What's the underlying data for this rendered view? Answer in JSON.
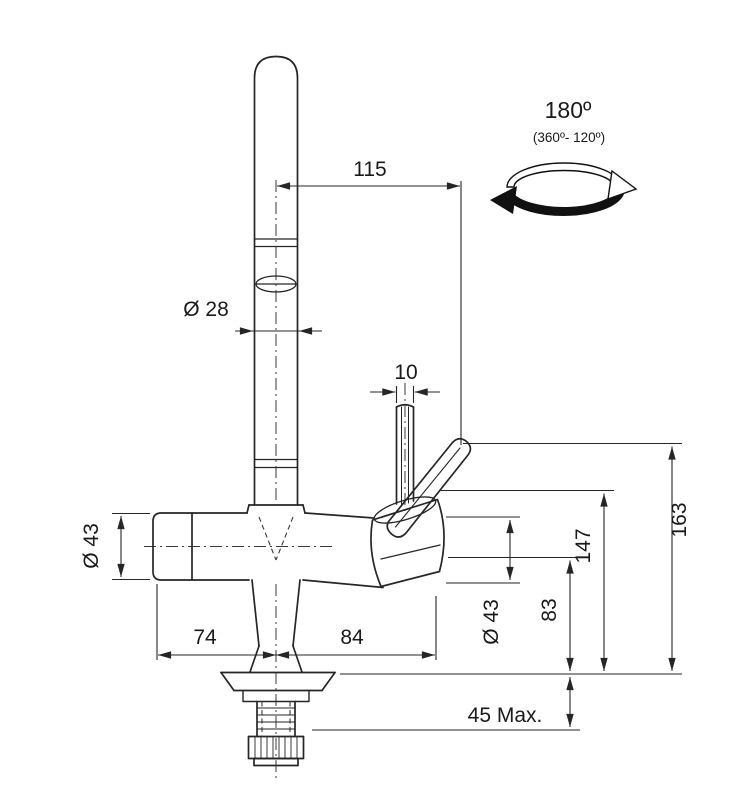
{
  "diagram": {
    "subject": "kitchen-faucet-dimension-drawing",
    "dimensions": {
      "reach": "115",
      "spout_diameter": "Ø 28",
      "lever_width": "10",
      "swivel_angle": "180º",
      "swivel_range": "(360º- 120º)",
      "left_body_diameter": "Ø 43",
      "valve_body_diameter": "Ø 43",
      "height_to_lever_top": "147",
      "overall_height": "163",
      "height_to_body_axis": "83",
      "base_offset_left": "74",
      "base_offset_right": "84",
      "deck_thickness_max": "45 Max."
    },
    "colors": {
      "line": "#262626",
      "text": "#1a1a1a",
      "background": "#ffffff"
    }
  }
}
